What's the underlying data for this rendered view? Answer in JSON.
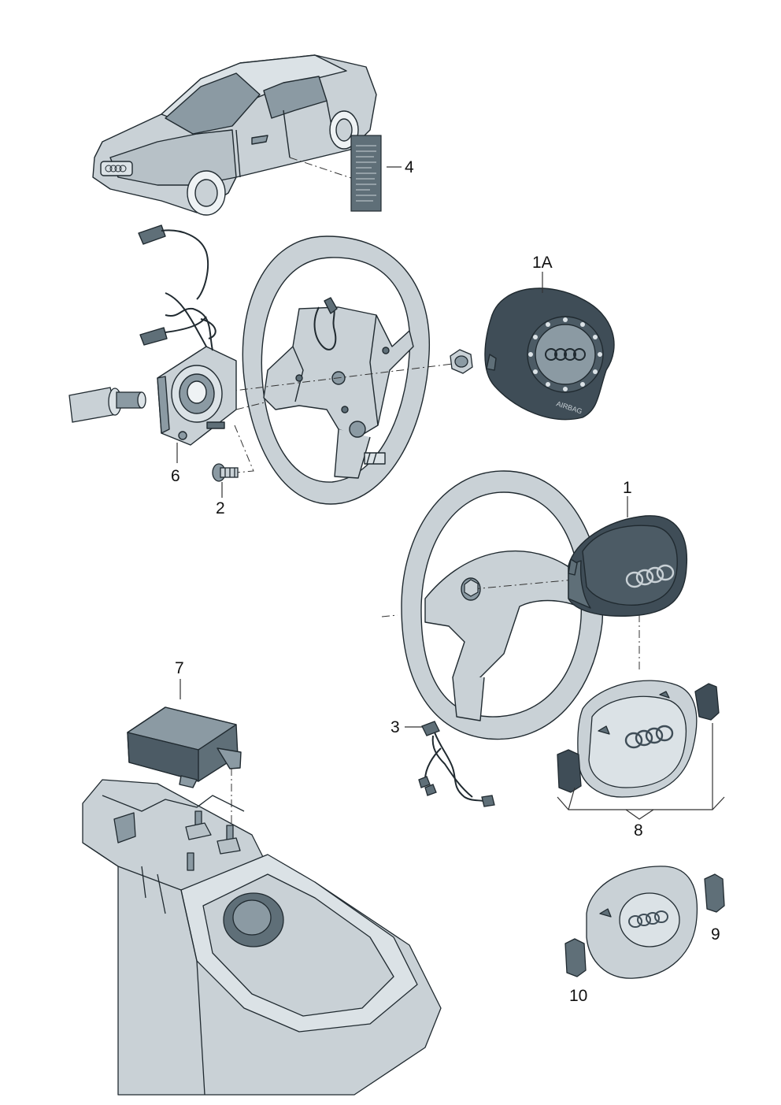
{
  "callouts": {
    "label_4": "4",
    "label_1a": "1A",
    "label_6": "6",
    "label_2": "2",
    "label_1": "1",
    "label_7": "7",
    "label_3": "3",
    "label_8": "8",
    "label_9": "9",
    "label_10": "10"
  },
  "car_badge_text": "Audi",
  "airbag_module_text": "AIRBAG",
  "colors": {
    "part_fill": "#c9d1d6",
    "part_light": "#dbe2e6",
    "part_dark": "#5f6f78",
    "outline": "#202a30",
    "airbag_dark": "#3f4d57",
    "leader": "#333333"
  }
}
